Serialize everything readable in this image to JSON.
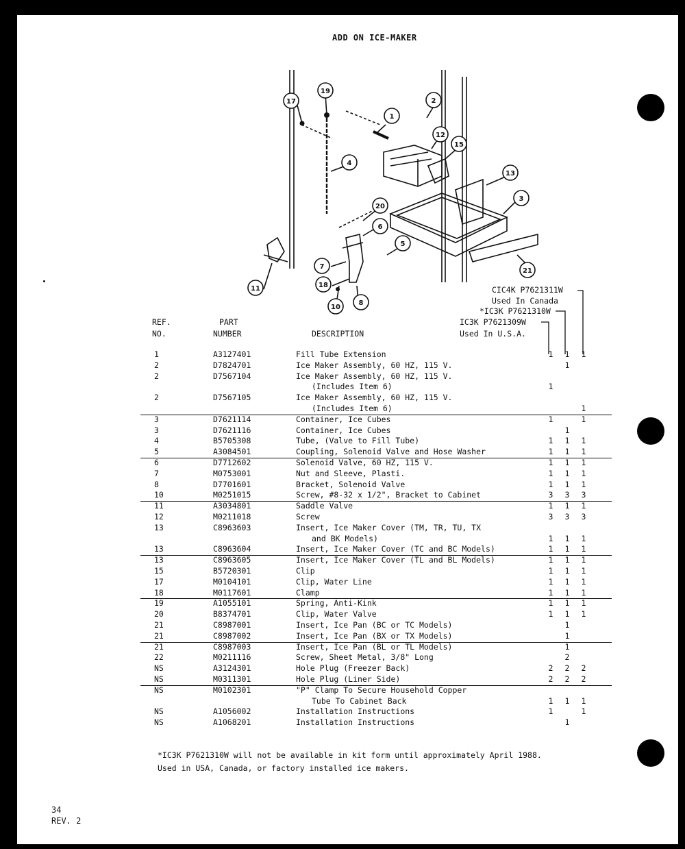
{
  "title": "ADD ON ICE-MAKER",
  "kit_labels": {
    "k1_name": "CIC4K P7621311W",
    "k1_note": "Used In Canada",
    "k2_name": "*IC3K P7621310W",
    "k3_name": "IC3K P7621309W",
    "k3_note": "Used In U.S.A."
  },
  "headers": {
    "ref_line1": "REF.",
    "ref_line2": "NO.",
    "part_line1": "PART",
    "part_line2": "NUMBER",
    "description": "DESCRIPTION"
  },
  "callouts": [
    "1",
    "2",
    "3",
    "4",
    "5",
    "6",
    "7",
    "8",
    "10",
    "11",
    "12",
    "13",
    "15",
    "17",
    "18",
    "19",
    "20",
    "21"
  ],
  "rows": [
    {
      "ref": "1",
      "part": "A3127401",
      "desc": "Fill Tube Extension",
      "q1": "1",
      "q2": "1",
      "q3": "1"
    },
    {
      "ref": "2",
      "part": "D7824701",
      "desc": "Ice Maker Assembly, 60 HZ, 115 V.",
      "q1": "",
      "q2": "1",
      "q3": ""
    },
    {
      "ref": "2",
      "part": "D7567104",
      "desc": "Ice Maker Assembly, 60 HZ, 115 V.",
      "q1": "",
      "q2": "",
      "q3": ""
    },
    {
      "ref": "",
      "part": "",
      "desc": "(Includes Item 6)",
      "q1": "1",
      "q2": "",
      "q3": "",
      "indent": true
    },
    {
      "ref": "2",
      "part": "D7567105",
      "desc": "Ice Maker Assembly, 60 HZ, 115 V.",
      "q1": "",
      "q2": "",
      "q3": ""
    },
    {
      "ref": "",
      "part": "",
      "desc": "(Includes Item 6)",
      "q1": "",
      "q2": "",
      "q3": "1",
      "indent": true,
      "rule": true
    },
    {
      "ref": "3",
      "part": "D7621114",
      "desc": "Container, Ice Cubes",
      "q1": "1",
      "q2": "",
      "q3": "1"
    },
    {
      "ref": "3",
      "part": "D7621116",
      "desc": "Container, Ice Cubes",
      "q1": "",
      "q2": "1",
      "q3": ""
    },
    {
      "ref": "4",
      "part": "B5705308",
      "desc": "Tube, (Valve to Fill Tube)",
      "q1": "1",
      "q2": "1",
      "q3": "1"
    },
    {
      "ref": "5",
      "part": "A3084501",
      "desc": "Coupling, Solenoid Valve and Hose Washer",
      "q1": "1",
      "q2": "1",
      "q3": "1",
      "rule": true
    },
    {
      "ref": "6",
      "part": "D7712602",
      "desc": "Solenoid Valve, 60 HZ, 115 V.",
      "q1": "1",
      "q2": "1",
      "q3": "1"
    },
    {
      "ref": "7",
      "part": "M0753001",
      "desc": "Nut and Sleeve, Plasti.",
      "q1": "1",
      "q2": "1",
      "q3": "1"
    },
    {
      "ref": "8",
      "part": "D7701601",
      "desc": "Bracket, Solenoid Valve",
      "q1": "1",
      "q2": "1",
      "q3": "1"
    },
    {
      "ref": "10",
      "part": "M0251015",
      "desc": "Screw, #8-32 x 1/2\", Bracket to Cabinet",
      "q1": "3",
      "q2": "3",
      "q3": "3",
      "rule": true
    },
    {
      "ref": "11",
      "part": "A3034801",
      "desc": "Saddle Valve",
      "q1": "1",
      "q2": "1",
      "q3": "1"
    },
    {
      "ref": "12",
      "part": "M0211018",
      "desc": "Screw",
      "q1": "3",
      "q2": "3",
      "q3": "3"
    },
    {
      "ref": "13",
      "part": "C8963603",
      "desc": "Insert, Ice Maker Cover (TM, TR, TU, TX",
      "q1": "",
      "q2": "",
      "q3": ""
    },
    {
      "ref": "",
      "part": "",
      "desc": "and BK Models)",
      "q1": "1",
      "q2": "1",
      "q3": "1",
      "indent": true
    },
    {
      "ref": "13",
      "part": "C8963604",
      "desc": "Insert, Ice Maker Cover (TC and BC Models)",
      "q1": "1",
      "q2": "1",
      "q3": "1",
      "rule": true
    },
    {
      "ref": "13",
      "part": "C8963605",
      "desc": "Insert, Ice Maker Cover (TL and BL Models)",
      "q1": "1",
      "q2": "1",
      "q3": "1"
    },
    {
      "ref": "15",
      "part": "B5720301",
      "desc": "Clip",
      "q1": "1",
      "q2": "1",
      "q3": "1"
    },
    {
      "ref": "17",
      "part": "M0104101",
      "desc": "Clip, Water Line",
      "q1": "1",
      "q2": "1",
      "q3": "1"
    },
    {
      "ref": "18",
      "part": "M0117601",
      "desc": "Clamp",
      "q1": "1",
      "q2": "1",
      "q3": "1",
      "rule": true
    },
    {
      "ref": "19",
      "part": "A1055101",
      "desc": "Spring, Anti-Kink",
      "q1": "1",
      "q2": "1",
      "q3": "1"
    },
    {
      "ref": "20",
      "part": "B8374701",
      "desc": "Clip, Water Valve",
      "q1": "1",
      "q2": "1",
      "q3": "1"
    },
    {
      "ref": "21",
      "part": "C8987001",
      "desc": "Insert, Ice Pan (BC or TC Models)",
      "q1": "",
      "q2": "1",
      "q3": ""
    },
    {
      "ref": "21",
      "part": "C8987002",
      "desc": "Insert, Ice Pan (BX or TX Models)",
      "q1": "",
      "q2": "1",
      "q3": "",
      "rule": true
    },
    {
      "ref": "21",
      "part": "C8987003",
      "desc": "Insert, Ice Pan (BL or TL Models)",
      "q1": "",
      "q2": "1",
      "q3": ""
    },
    {
      "ref": "22",
      "part": "M0211116",
      "desc": "Screw, Sheet Metal, 3/8\" Long",
      "q1": "",
      "q2": "2",
      "q3": ""
    },
    {
      "ref": "NS",
      "part": "A3124301",
      "desc": "Hole Plug (Freezer Back)",
      "q1": "2",
      "q2": "2",
      "q3": "2"
    },
    {
      "ref": "NS",
      "part": "M0311301",
      "desc": "Hole Plug (Liner Side)",
      "q1": "2",
      "q2": "2",
      "q3": "2",
      "rule": true
    },
    {
      "ref": "NS",
      "part": "M0102301",
      "desc": "\"P\" Clamp To Secure Household Copper",
      "q1": "",
      "q2": "",
      "q3": ""
    },
    {
      "ref": "",
      "part": "",
      "desc": "Tube To Cabinet Back",
      "q1": "1",
      "q2": "1",
      "q3": "1",
      "indent": true
    },
    {
      "ref": "NS",
      "part": "A1056002",
      "desc": "Installation Instructions",
      "q1": "1",
      "q2": "",
      "q3": "1"
    },
    {
      "ref": "NS",
      "part": "A1068201",
      "desc": "Installation Instructions",
      "q1": "",
      "q2": "1",
      "q3": ""
    }
  ],
  "footnote_line1": "*IC3K P7621310W will not be available in kit form until approximately April 1988.",
  "footnote_line2": "Used in USA, Canada, or factory installed ice makers.",
  "page_number": "34",
  "revision": "REV. 2"
}
